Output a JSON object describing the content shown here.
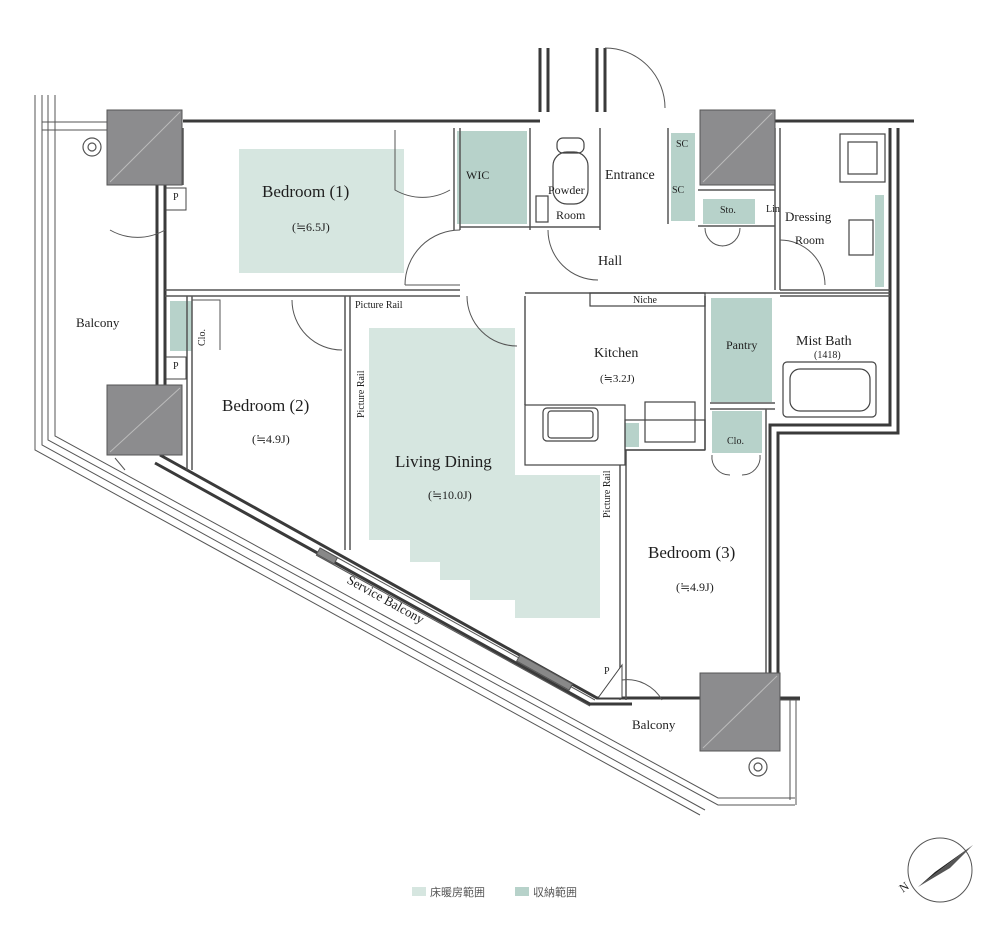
{
  "rooms": {
    "bedroom1": {
      "name": "Bedroom (1)",
      "size": "(≒6.5J)"
    },
    "bedroom2": {
      "name": "Bedroom (2)",
      "size": "(≒4.9J)"
    },
    "bedroom3": {
      "name": "Bedroom (3)",
      "size": "(≒4.9J)"
    },
    "living": {
      "name": "Living Dining",
      "size": "(≒10.0J)"
    },
    "kitchen": {
      "name": "Kitchen",
      "size": "(≒3.2J)"
    },
    "wic": "WIC",
    "powder1": "Powder",
    "powder2": "Room",
    "entrance": "Entrance",
    "sc": "SC",
    "sto": "Sto.",
    "lin": "Lin",
    "dressing1": "Dressing",
    "dressing2": "Room",
    "hall": "Hall",
    "niche": "Niche",
    "pantry": "Pantry",
    "mistbath": "Mist Bath",
    "mistbath_code": "(1418)",
    "clo": "Clo.",
    "balcony": "Balcony",
    "service_balcony": "Service Balcony",
    "picture_rail": "Picture Rail",
    "pipe": "P"
  },
  "legend": {
    "floor_heating": "床暖房範囲",
    "storage": "収納範囲"
  },
  "colors": {
    "floor_heating": "#d6e6e0",
    "storage": "#b7d2ca",
    "column": "#8c8c8e",
    "wall": "#3a3a3a"
  },
  "compass": {
    "letter": "N"
  }
}
